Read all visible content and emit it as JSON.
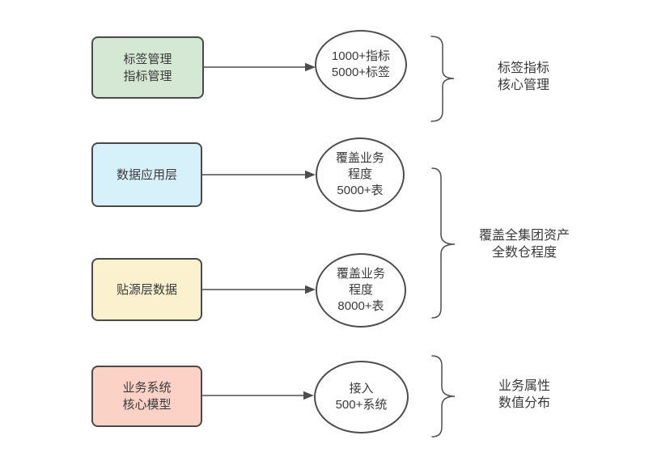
{
  "diagram": {
    "rows": [
      {
        "box": {
          "line1": "标签管理",
          "line2": "指标管理"
        },
        "ellipse": {
          "line1": "1000+指标",
          "line2": "5000+标签"
        }
      },
      {
        "box": {
          "line1": "数据应用层"
        },
        "ellipse": {
          "line1": "覆盖业务",
          "line2": "程度",
          "line3": "5000+表"
        }
      },
      {
        "box": {
          "line1": "贴源层数据"
        },
        "ellipse": {
          "line1": "覆盖业务",
          "line2": "程度",
          "line3": "8000+表"
        }
      },
      {
        "box": {
          "line1": "业务系统",
          "line2": "核心模型"
        },
        "ellipse": {
          "line1": "接入",
          "line2": "500+系统"
        }
      }
    ],
    "brace_labels": [
      {
        "line1": "标签指标",
        "line2": "核心管理"
      },
      {
        "line1": "覆盖全集团资产",
        "line2": "全数仓程度"
      },
      {
        "line1": "业务属性",
        "line2": "数值分布"
      }
    ],
    "colors": {
      "box1_fill": "#d5e8d4",
      "box2_fill": "#d7f1fb",
      "box3_fill": "#fbf1ce",
      "box4_fill": "#fcd2c6",
      "border": "#4a4a4a",
      "stroke": "#4d4d4d",
      "text": "#3a3a3a",
      "background": "#ffffff"
    }
  }
}
